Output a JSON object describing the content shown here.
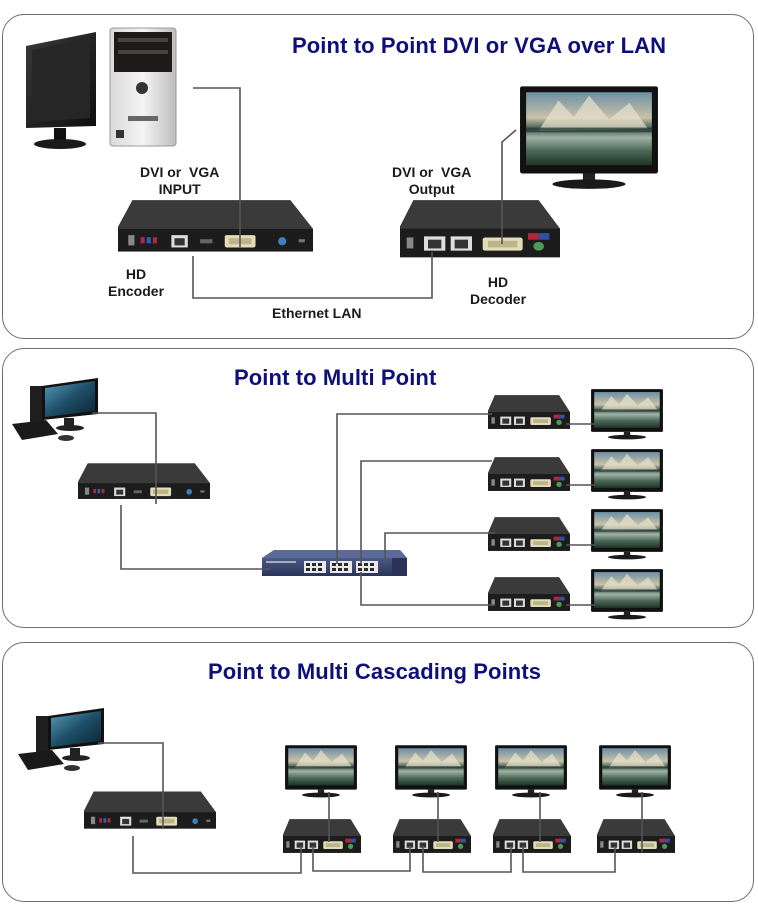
{
  "sections": [
    {
      "title": "Point to Point  DVI or VGA over LAN",
      "labels": {
        "encoder_input": "DVI or  VGA\nINPUT",
        "encoder_name": "HD\nEncoder",
        "decoder_output": "DVI or  VGA\nOutput",
        "decoder_name": "HD\nDecoder",
        "link": "Ethernet LAN"
      }
    },
    {
      "title": "Point to Multi Point"
    },
    {
      "title": "Point to Multi Cascading Points"
    }
  ],
  "icons": {
    "pc_tower": "computer-tower-with-monitor",
    "desktop_pc": "desktop-computer",
    "encoder": "hd-encoder-box",
    "decoder": "hd-decoder-box",
    "tv": "flat-screen-tv",
    "switch": "network-switch"
  },
  "colors": {
    "title": "#0f0f7a",
    "label": "#1a1a1a",
    "cable": "#555555",
    "panel_border": "#6e6e6e",
    "device_body": "#1e1e1e"
  }
}
